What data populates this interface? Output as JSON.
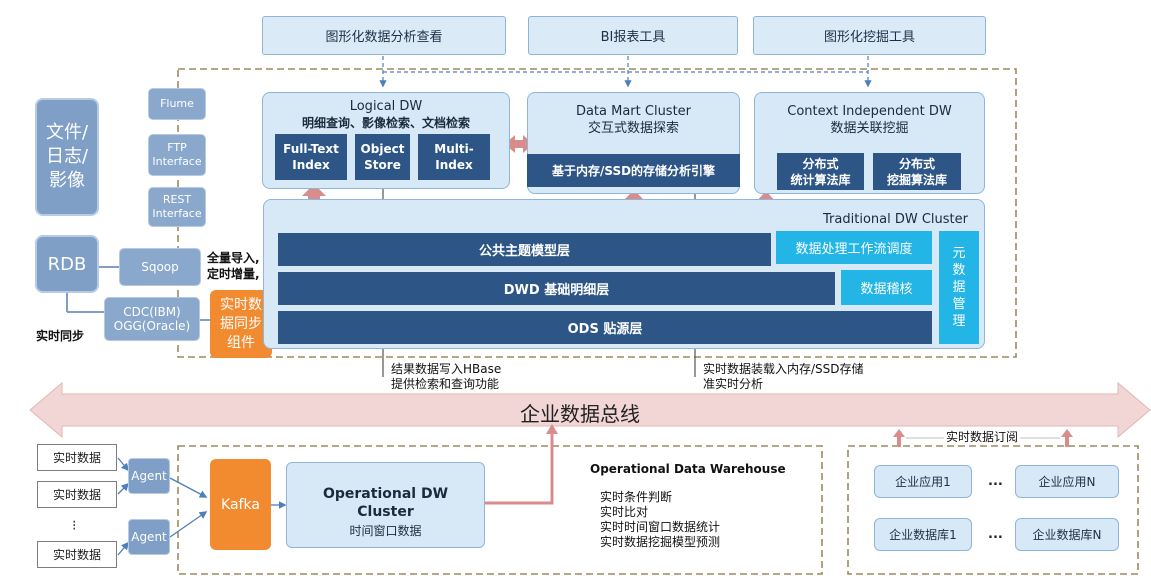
{
  "top_tools": [
    "图形化数据分析查看",
    "BI报表工具",
    "图形化挖掘工具"
  ],
  "left_sources": {
    "file_log_image": [
      "文件/",
      "日志/",
      "影像"
    ],
    "rdb": "RDB",
    "realtime_sync_label": "实时同步"
  },
  "ingest_tools": {
    "flume": "Flume",
    "ftp": [
      "FTP",
      "Interface"
    ],
    "rest": [
      "REST",
      "Interface"
    ],
    "sqoop": "Sqoop",
    "cdc": [
      "CDC(IBM)",
      "OGG(Oracle)"
    ],
    "full_import": [
      "全量导入,",
      "定时增量,"
    ],
    "realtime_component": [
      "实时数",
      "据同步",
      "组件"
    ]
  },
  "logical_dw": {
    "title": "Logical DW",
    "subtitle": "明细查询、影像检索、文档检索",
    "indexes": [
      [
        "Full-Text",
        "Index"
      ],
      [
        "Object",
        "Store"
      ],
      [
        "Multi-",
        "Index"
      ]
    ]
  },
  "data_mart": {
    "title": "Data Mart Cluster",
    "subtitle": "交互式数据探索",
    "engine": "基于内存/SSD的存储分析引擎"
  },
  "context_dw": {
    "title": "Context Independent DW",
    "subtitle": "数据关联挖掘",
    "libs": [
      [
        "分布式",
        "统计算法库"
      ],
      [
        "分布式",
        "挖掘算法库"
      ]
    ]
  },
  "traditional_dw": {
    "title": "Traditional DW Cluster",
    "layers": [
      "公共主题模型层",
      "DWD 基础明细层",
      "ODS 贴源层"
    ],
    "workflow": "数据处理工作流调度",
    "audit": "数据稽核",
    "metadata": [
      "元",
      "数",
      "据",
      "管",
      "理"
    ]
  },
  "notes": {
    "hbase": [
      "结果数据写入HBase",
      "提供检索和查询功能"
    ],
    "memory_load": [
      "实时数据装载入内存/SSD存储",
      "准实时分析"
    ]
  },
  "bus": {
    "label": "企业数据总线",
    "subscribe": "实时数据订阅"
  },
  "realtime_inputs": [
    "实时数据",
    "实时数据",
    "⁝",
    "实时数据"
  ],
  "agent_label": "Agent",
  "kafka": "Kafka",
  "odw_cluster": {
    "title": [
      "Operational DW",
      "Cluster"
    ],
    "subtitle": "时间窗口数据"
  },
  "odw": {
    "title": "Operational Data Warehouse",
    "items": [
      "实时条件判断",
      "实时比对",
      "实时时间窗口数据统计",
      "实时数据挖掘模型预测"
    ]
  },
  "enterprise": {
    "apps": [
      "企业应用1",
      "企业应用N"
    ],
    "dbs": [
      "企业数据库1",
      "企业数据库N"
    ],
    "ellipsis": "..."
  },
  "colors": {
    "navy": "#2d5687",
    "cyan": "#22b5e6",
    "light_blue": "#d7e8f6",
    "gray_blue": "#7f9fc6",
    "orange": "#f28a30",
    "bus_pink": "#f2d5d5",
    "arrow_red": "#d98c8c",
    "dashed_border": "#9c8b5e"
  }
}
